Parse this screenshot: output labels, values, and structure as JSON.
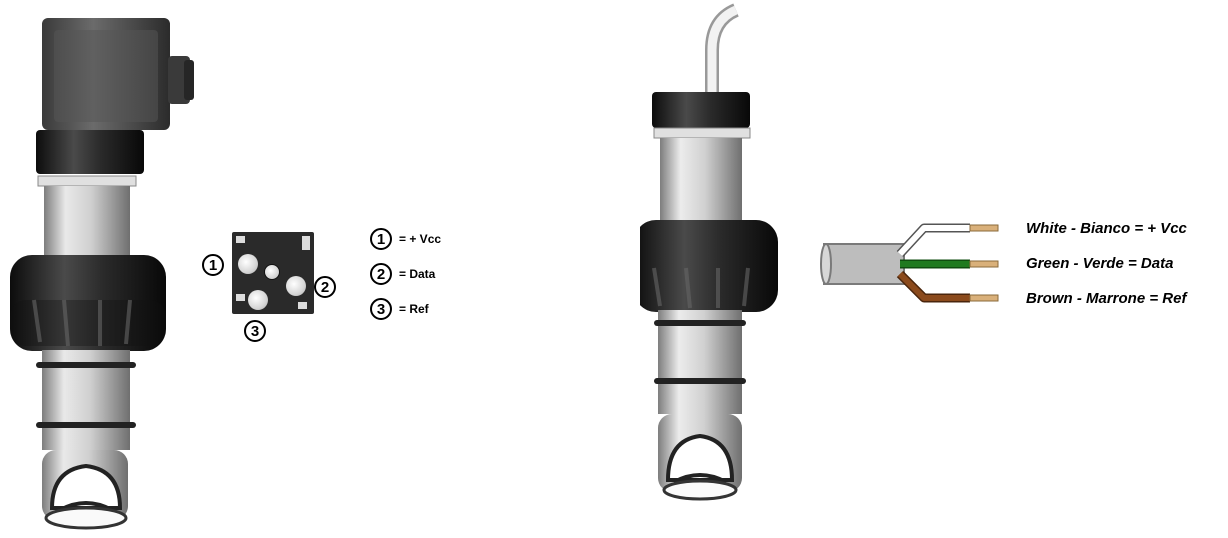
{
  "connector_legend": [
    {
      "number": "1",
      "label": "= + Vcc"
    },
    {
      "number": "2",
      "label": "= Data"
    },
    {
      "number": "3",
      "label": "= Ref"
    }
  ],
  "pin_numbers": [
    "1",
    "2",
    "3"
  ],
  "wires": [
    {
      "label": "White - Bianco = + Vcc",
      "color": "#ffffff"
    },
    {
      "label": "Green - Verde = Data",
      "color": "#1f7a1f"
    },
    {
      "label": "Brown - Marrone = Ref",
      "color": "#8b4a1c"
    }
  ],
  "colors": {
    "body_black": "#1c1c1c",
    "tube_grey": "#c9c9c9",
    "cable_grey": "#bdbdbd",
    "wire_tip": "#d9b07a"
  }
}
